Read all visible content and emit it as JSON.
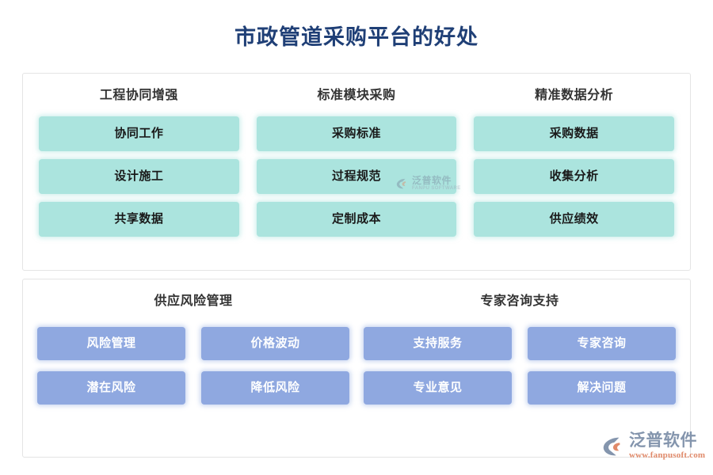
{
  "title": "市政管道采购平台的好处",
  "colors": {
    "title": "#1f3f76",
    "teal_chip": "#abe4de",
    "blue_chip": "#8fa8e0",
    "card_border": "#e4e4e4",
    "heading": "#333333",
    "brand_cn": "#8495ad",
    "brand_url": "#e08a6a"
  },
  "top_card": {
    "columns": [
      {
        "heading": "工程协同增强",
        "items": [
          "协同工作",
          "设计施工",
          "共享数据"
        ]
      },
      {
        "heading": "标准模块采购",
        "items": [
          "采购标准",
          "过程规范",
          "定制成本"
        ]
      },
      {
        "heading": "精准数据分析",
        "items": [
          "采购数据",
          "收集分析",
          "供应绩效"
        ]
      }
    ]
  },
  "bottom_card": {
    "groups": [
      {
        "heading": "供应风险管理",
        "items": [
          "风险管理",
          "价格波动",
          "潜在风险",
          "降低风险"
        ]
      },
      {
        "heading": "专家咨询支持",
        "items": [
          "支持服务",
          "专家咨询",
          "专业意见",
          "解决问题"
        ]
      }
    ]
  },
  "watermark": {
    "cn": "泛普软件",
    "en": "FANPU SOFTWARE"
  },
  "brand": {
    "cn": "泛普软件",
    "url": "www.fanpusoft.com"
  }
}
